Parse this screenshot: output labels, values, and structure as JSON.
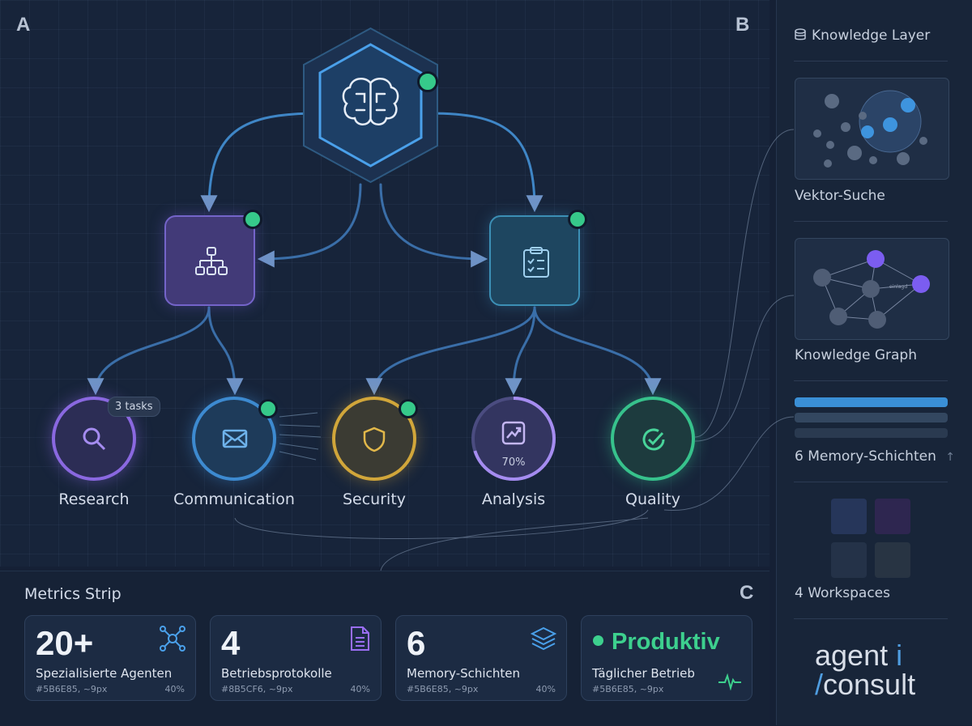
{
  "panels": {
    "a": "A",
    "b": "B",
    "c": "C"
  },
  "agents": [
    {
      "label": "Research"
    },
    {
      "label": "Communication"
    },
    {
      "label": "Security"
    },
    {
      "label": "Analysis",
      "progress_label": "70%",
      "progress": 0.7
    },
    {
      "label": "Quality"
    }
  ],
  "research_badge": "3 tasks",
  "metrics": {
    "title": "Metrics Strip",
    "cards": [
      {
        "value": "20+",
        "label": "Spezialisierte Agenten",
        "sub": "#5B6E85, ~9px",
        "pct": "40%",
        "icon": "network-icon"
      },
      {
        "value": "4",
        "label": "Betriebsprotokolle",
        "sub": "#8B5CF6, ~9px",
        "pct": "40%",
        "icon": "document-icon"
      },
      {
        "value": "6",
        "label": "Memory-Schichten",
        "sub": "#5B6E85, ~9px",
        "pct": "40%",
        "icon": "layers-icon"
      },
      {
        "value": "Produktiv",
        "label": "Täglicher Betrieb",
        "sub": "#5B6E85, ~9px",
        "icon": "pulse-icon"
      }
    ]
  },
  "knowledge": {
    "title": "Knowledge Layer",
    "vector_label": "Vektor-Suche",
    "graph_label": "Knowledge Graph",
    "graph_edge_label": "einlagd",
    "memory_label": "6 Memory-Schichten",
    "workspaces_label": "4 Workspaces"
  },
  "logo": {
    "line1": "agent",
    "accent1": "i",
    "accent2": "/",
    "line2": "consult"
  },
  "colors": {
    "green": "#36C98A",
    "purple": "#8A68E0",
    "blue": "#3D8AD0",
    "gold": "#D1A63A",
    "teal": "#37C28C",
    "accent": "#4F9DE0"
  }
}
